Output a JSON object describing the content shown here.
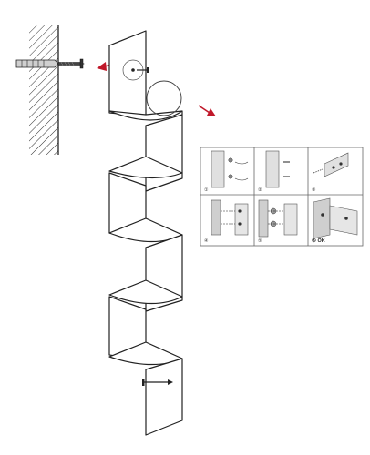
{
  "figure": {
    "description_free": true,
    "colors": {
      "line": "#222222",
      "arrow": "#c0182a",
      "panel_fill": "#e9e9e9",
      "board_fill": "#d7d7d7",
      "panel_border": "#666666"
    },
    "assembly_steps": [
      {
        "label": "①"
      },
      {
        "label": "②"
      },
      {
        "label": "③"
      },
      {
        "label": "④"
      },
      {
        "label": "⑤"
      },
      {
        "label": "⑥ OK"
      }
    ],
    "icons": [
      "wall-hatch-icon",
      "wall-anchor-icon",
      "screw-icon",
      "magnifier-circle-icon",
      "arrow-left-icon",
      "arrow-right-icon"
    ]
  }
}
